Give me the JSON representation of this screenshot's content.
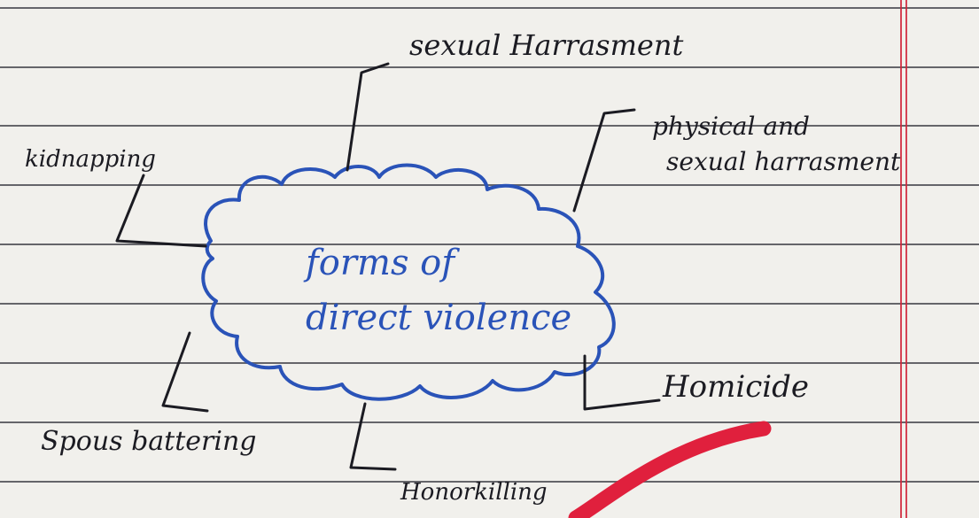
{
  "diagram": {
    "center_label": {
      "line1": "forms of",
      "line2": "direct violence"
    },
    "branches": {
      "top": "sexual Harrasment",
      "top_left": "kidnapping",
      "top_right_line1": "physical and",
      "top_right_line2": "sexual harrasment",
      "bottom_right": "Homicide",
      "bottom_left": "Spous battering",
      "bottom": "Honorkilling"
    }
  },
  "colors": {
    "paper": "#f1f0ec",
    "ink": "#1b1b22",
    "cloud_ink": "#2a53b8",
    "margin_line": "#d0253a",
    "pen_stroke": "#e0203d"
  }
}
